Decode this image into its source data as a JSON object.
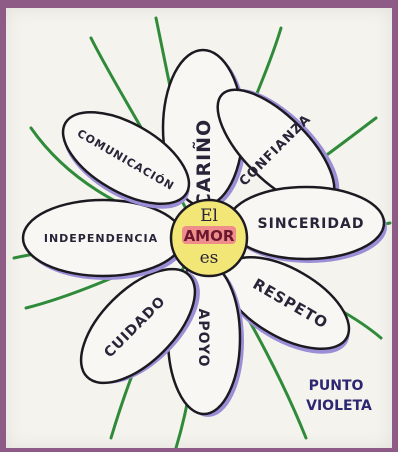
{
  "center": {
    "line1": "El",
    "line2": "AMOR",
    "line3": "es"
  },
  "petals": [
    {
      "id": "carino",
      "label": "CARIÑO"
    },
    {
      "id": "confianza",
      "label": "CONFIANZA"
    },
    {
      "id": "sinceridad",
      "label": "SINCERIDAD"
    },
    {
      "id": "respeto",
      "label": "RESPETO"
    },
    {
      "id": "apoyo",
      "label": "APOYO"
    },
    {
      "id": "cuidado",
      "label": "CUIDADO"
    },
    {
      "id": "independencia",
      "label": "INDEPENDENCIA"
    },
    {
      "id": "comunicacion",
      "label": "COMUNICACIÓN"
    }
  ],
  "signature": {
    "line1": "PUNTO",
    "line2": "VIOLETA"
  },
  "colors": {
    "frame": "#8e5a86",
    "paper": "#f4f3ee",
    "petal_outline": "#1c1a20",
    "petal_shade": "#9a8fd6",
    "center_fill": "#f2e676",
    "amor_highlight": "#ee7c8f",
    "leaf_green": "#2f8a3a",
    "signature_text": "#2d2670"
  }
}
